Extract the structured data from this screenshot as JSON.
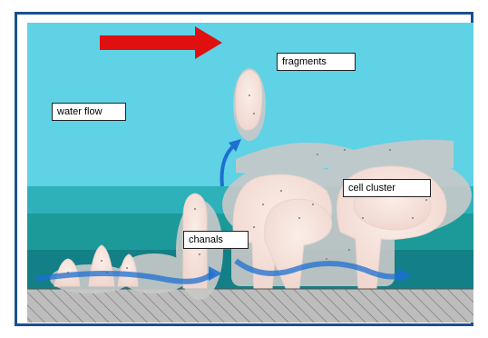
{
  "diagram": {
    "labels": {
      "water_flow": "water flow",
      "fragments": "fragments",
      "cell_cluster": "cell cluster",
      "chanals": "chanals"
    },
    "colors": {
      "frame": "#1b4f8f",
      "water_light": "#5fd2e6",
      "water_mid": "#2eb1b8",
      "water_deep": "#1c9a9a",
      "water_bottom": "#137f86",
      "substrate": "#b8b8b8",
      "biofilm": "#f3e9e3",
      "biofilm_halo": "#c9c9c9",
      "flow_arrow": "#e01010",
      "channel_arrow": "#1d6fd1"
    },
    "icons": [
      "red-flow-arrow",
      "blue-channel-arrow",
      "blue-detach-arrow"
    ]
  }
}
